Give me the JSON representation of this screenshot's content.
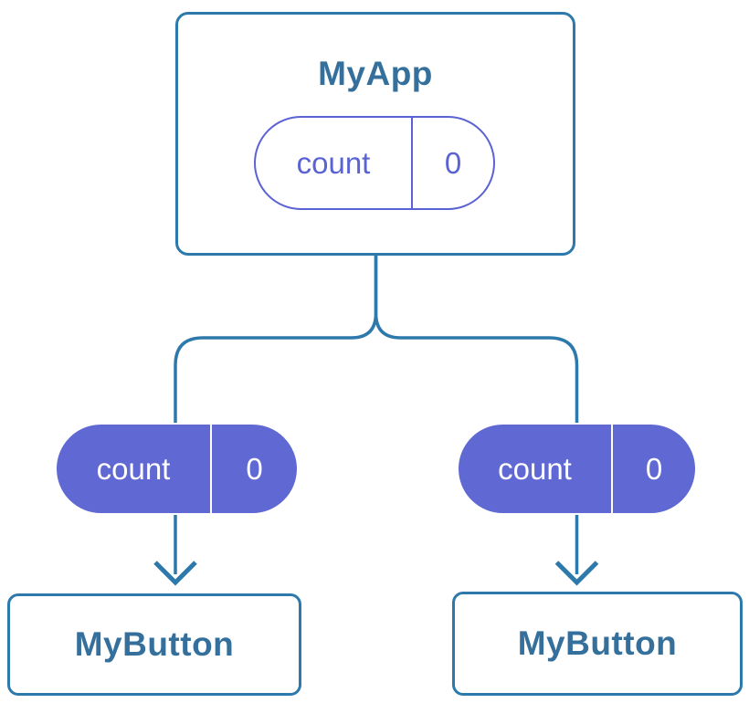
{
  "colors": {
    "connector_blue": "#2E79AC",
    "heading_blue": "#35709C",
    "pill_fill_purple": "#5F68D3",
    "pill_outline_purple": "#5A63D3",
    "card_background": "#FFFFFF",
    "pill_filled_text": "#FFFFFF"
  },
  "root": {
    "title": "MyApp",
    "state": {
      "name": "count",
      "value": "0"
    }
  },
  "children": [
    {
      "title": "MyButton",
      "prop": {
        "name": "count",
        "value": "0"
      }
    },
    {
      "title": "MyButton",
      "prop": {
        "name": "count",
        "value": "0"
      }
    }
  ]
}
